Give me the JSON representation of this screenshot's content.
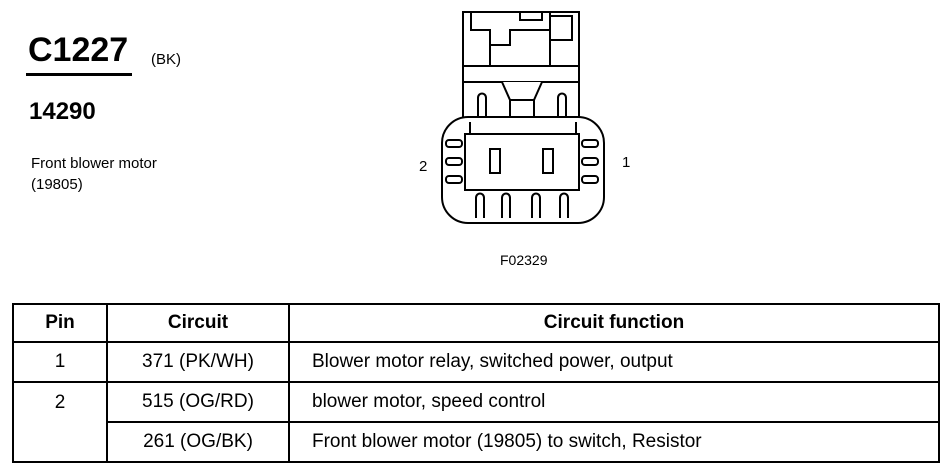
{
  "header": {
    "connector_id": "C1227",
    "color_code": "(BK)",
    "part_number": "14290",
    "description_line1": "Front blower motor",
    "description_line2": "(19805)"
  },
  "diagram": {
    "pin_left_label": "2",
    "pin_right_label": "1",
    "figure_code": "F02329"
  },
  "table": {
    "headers": {
      "pin": "Pin",
      "circuit": "Circuit",
      "function": "Circuit function"
    },
    "rows": [
      {
        "pin": "1",
        "circuit": "371 (PK/WH)",
        "function": "Blower motor relay, switched power, output"
      },
      {
        "pin": "2",
        "circuit": "515 (OG/RD)",
        "function": "blower motor, speed control"
      },
      {
        "pin": "",
        "circuit": "261 (OG/BK)",
        "function": "Front blower motor (19805) to switch, Resistor"
      }
    ]
  }
}
